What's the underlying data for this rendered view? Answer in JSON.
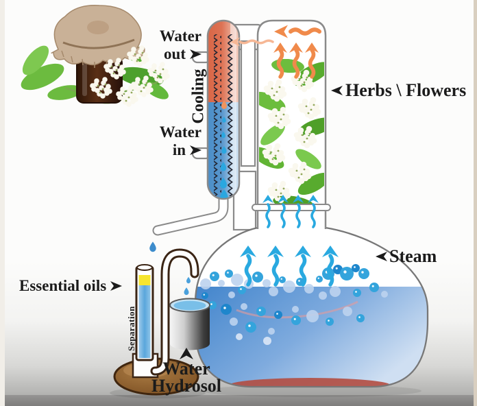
{
  "title": "Steam distillation of essential oils diagram",
  "labels": {
    "water_out": {
      "line1": "Water",
      "line2": "out"
    },
    "cooling": "Cooling",
    "water_in": {
      "line1": "Water",
      "line2": "in"
    },
    "herbs_flowers": "Herbs \\ Flowers",
    "steam": "Steam",
    "essential_oils": "Essential oils",
    "separation": "Separation",
    "hydrosol": {
      "line1": "Water",
      "line2": "Hydrosol"
    }
  },
  "colors": {
    "steam_arrow": "#29a9e0",
    "vapor_arrow": "#f08a4b",
    "vapor_arrow_light": "#f6b795",
    "condenser_hot": "#dd7254",
    "condenser_cold": "#5896cc",
    "flask_liquid": "#4285cc",
    "essential_oil_band": "#f6e52e",
    "text": "#1b1b1b",
    "outline": "#8a8a8a",
    "glass_brown": "#3a2414"
  }
}
